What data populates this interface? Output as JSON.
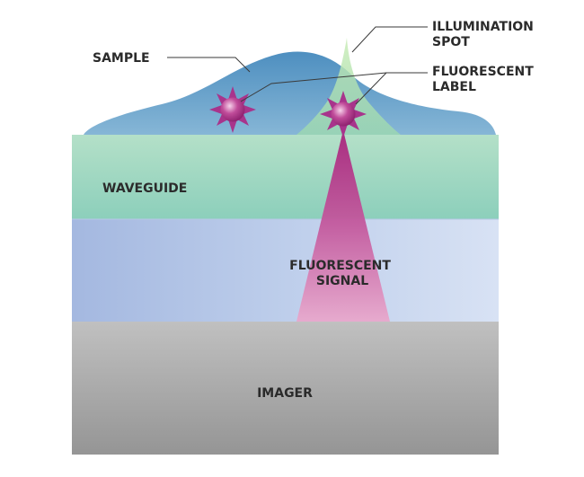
{
  "labels": {
    "sample": "SAMPLE",
    "illumination_spot": [
      "ILLUMINATION",
      "SPOT"
    ],
    "fluorescent_label": [
      "FLUORESCENT",
      "LABEL"
    ],
    "waveguide": "WAVEGUIDE",
    "fluorescent_signal": [
      "FLUORESCENT",
      "SIGNAL"
    ],
    "imager": "IMAGER"
  },
  "colors": {
    "sample": "#5f9bc8",
    "waveguide": "#a8dcc6",
    "substrate": "#a8bce2",
    "imager": "#b4b4b4",
    "signal": "#b43c8c",
    "marker": "#a8348c",
    "illumination": "#b4e4a4"
  }
}
